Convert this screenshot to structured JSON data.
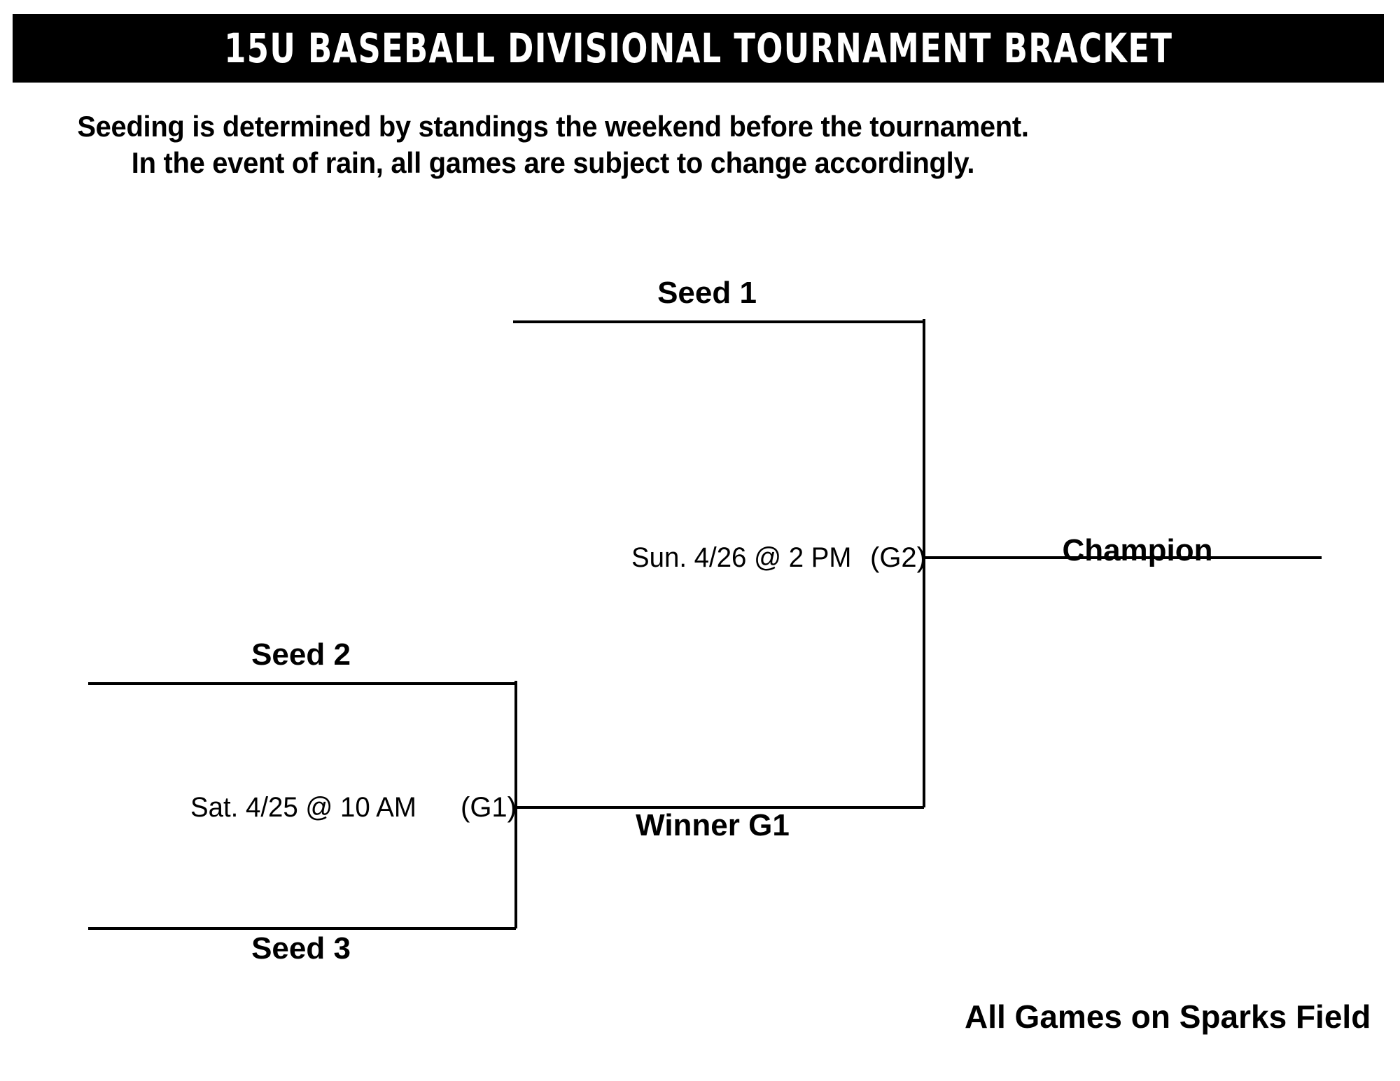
{
  "header": {
    "title": "15U Baseball Divisional Tournament Bracket",
    "title_bg": "#000000",
    "title_fg": "#ffffff"
  },
  "subtitle": {
    "line1": "Seeding is determined by standings the weekend before the tournament.",
    "line2": "In the event of rain, all games are subject to change accordingly."
  },
  "bracket": {
    "line_color": "#000000",
    "slots": [
      {
        "id": "seed1",
        "label": "Seed 1"
      },
      {
        "id": "seed2",
        "label": "Seed 2"
      },
      {
        "id": "seed3",
        "label": "Seed 3"
      },
      {
        "id": "winner_g1",
        "label": "Winner G1"
      },
      {
        "id": "champion",
        "label": "Champion"
      }
    ],
    "games": [
      {
        "id": "g1",
        "code": "(G1)",
        "schedule": "Sat. 4/25 @ 10 AM",
        "day": "Sat.",
        "date": "4/25",
        "time": "10 AM",
        "feeds": [
          "Seed 2",
          "Seed 3"
        ],
        "advances_to": "Winner G1"
      },
      {
        "id": "g2",
        "code": "(G2)",
        "schedule": "Sun. 4/26 @ 2 PM",
        "day": "Sun.",
        "date": "4/26",
        "time": "2 PM",
        "feeds": [
          "Seed 1",
          "Winner G1"
        ],
        "advances_to": "Champion"
      }
    ]
  },
  "footer": {
    "note": "All Games on Sparks Field"
  }
}
